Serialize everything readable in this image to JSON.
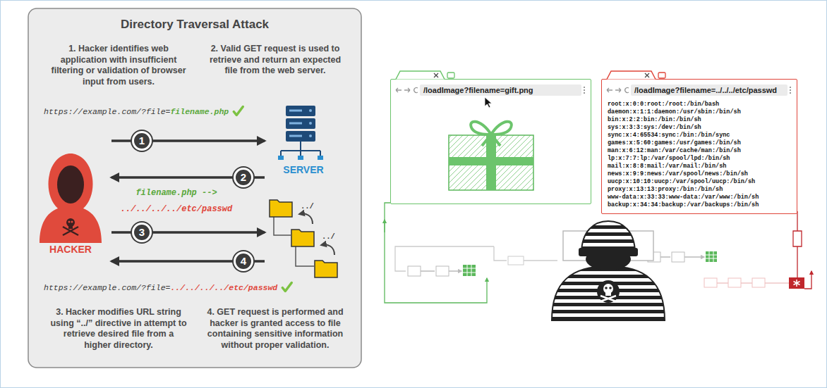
{
  "diagram": {
    "nodes": [
      {
        "text": [
          "Directory Traversal Attack"
        ]
      },
      {
        "text": [
          "HACKER"
        ],
        "in": 0
      },
      {
        "text": [
          "SERVER"
        ],
        "in": 0
      },
      {
        "text": [
          "/loadImage?filename=gift.png"
        ]
      },
      {
        "text": [
          "/loadImage?filename=../../../etc/passwd",
          "root:x:0:0:root:/root:/bin/bash",
          "daemon:x:1:1:daemon:/usr/sbin:/bin/sh",
          "bin:x:2:2:bin:/bin:/bin/sh",
          "sys:x:3:3:sys:/dev:/bin/sh",
          "sync:x:4:65534:sync:/bin:/bin/sync",
          "games:x:5:60:games:/usr/games:/bin/sh",
          "man:x:6:12:man:/var/cache/man:/bin/sh",
          "lp:x:7:7:lp:/var/spool/lpd:/bin/sh",
          "mail:x:8:8:mail:/var/mail:/bin/sh",
          "news:x:9:9:news:/var/spool/news:/bin/sh",
          "uucp:x:10:10:uucp:/var/spool/uucp:/bin/sh",
          "proxy:x:13:13:proxy:/bin:/bin/sh",
          "www-data:x:33:33:www-data:/var/www:/bin/sh",
          "backup:x:34:34:backup:/var/backups:/bin/sh"
        ]
      }
    ],
    "edges": [
      {
        "from": 1,
        "to": 2,
        "arrow": "to",
        "label": "1"
      },
      {
        "from": 2,
        "to": 1,
        "arrow": "to",
        "label": "2"
      },
      {
        "from": 1,
        "to": 2,
        "arrow": "to",
        "label": "3"
      },
      {
        "from": 2,
        "to": 1,
        "arrow": "to",
        "label": "4"
      }
    ],
    "labels": [
      "1. Hacker identifies web application with insufficient filtering or validation of browser input from users.",
      "2. Valid GET request is used to retrieve and return an expected file from the web server.",
      "https://example.com/?file=",
      "filename.php",
      "filename.php -->",
      "../../../../etc/passwd",
      "../",
      "../",
      "https://example.com/?file=",
      "../../../../etc/passwd",
      "3. Hacker modifies URL string using “../” directive in attempt to retrieve desired file from a higher directory.",
      "4. GET request is performed and hacker is granted access to file containing sensitive information without proper validation."
    ]
  }
}
